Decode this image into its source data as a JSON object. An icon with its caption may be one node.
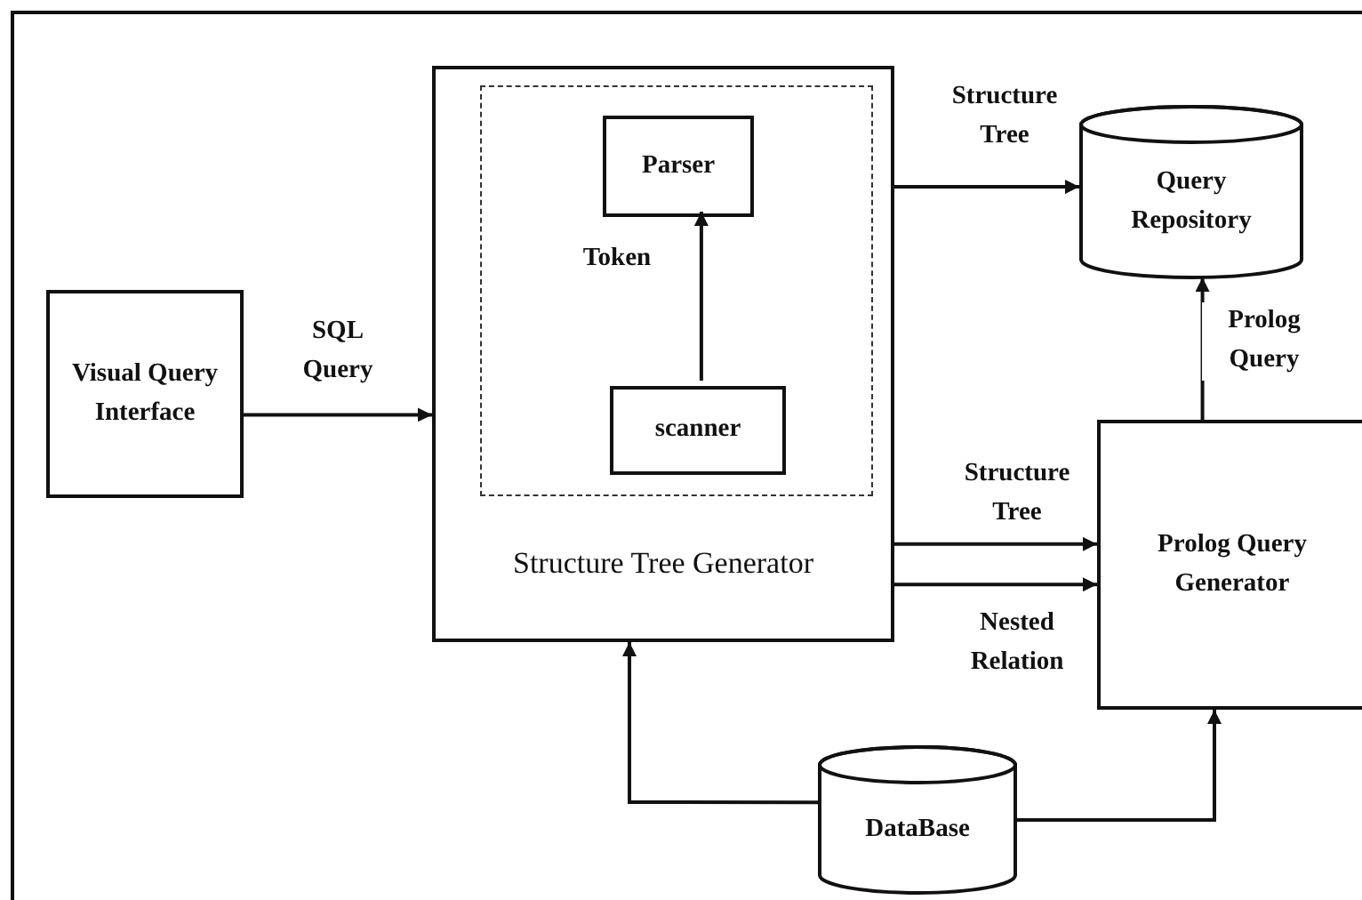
{
  "diagram": {
    "nodes": [
      {
        "text": [
          "Visual Query Interface"
        ]
      },
      {
        "text": [
          "Structure Tree Generator"
        ]
      },
      {
        "text": [],
        "shape": "box",
        "in": 1
      },
      {
        "text": [
          "Parser"
        ],
        "in": 2
      },
      {
        "text": [
          "scanner"
        ],
        "in": 2
      },
      {
        "text": [
          "Query Repository"
        ]
      },
      {
        "text": [
          "Prolog Query Generator"
        ]
      },
      {
        "text": [
          "DataBase"
        ]
      }
    ],
    "edges": [
      {
        "from": 0,
        "to": 1,
        "arrow": "to",
        "label": "SQL Query"
      },
      {
        "from": 4,
        "to": 3,
        "arrow": "to",
        "label": "Token"
      },
      {
        "from": 1,
        "to": 5,
        "arrow": "to",
        "label": "Structure Tree"
      },
      {
        "from": 1,
        "to": 6,
        "arrow": "to",
        "label": "Structure Tree"
      },
      {
        "from": 1,
        "to": 6,
        "arrow": "to",
        "label": "Nested Relation"
      },
      {
        "from": 6,
        "to": 5,
        "arrow": "to",
        "label": "Prolog Query"
      },
      {
        "from": 7,
        "to": 1,
        "arrow": "to"
      },
      {
        "from": 7,
        "to": 6,
        "arrow": "to"
      }
    ]
  }
}
